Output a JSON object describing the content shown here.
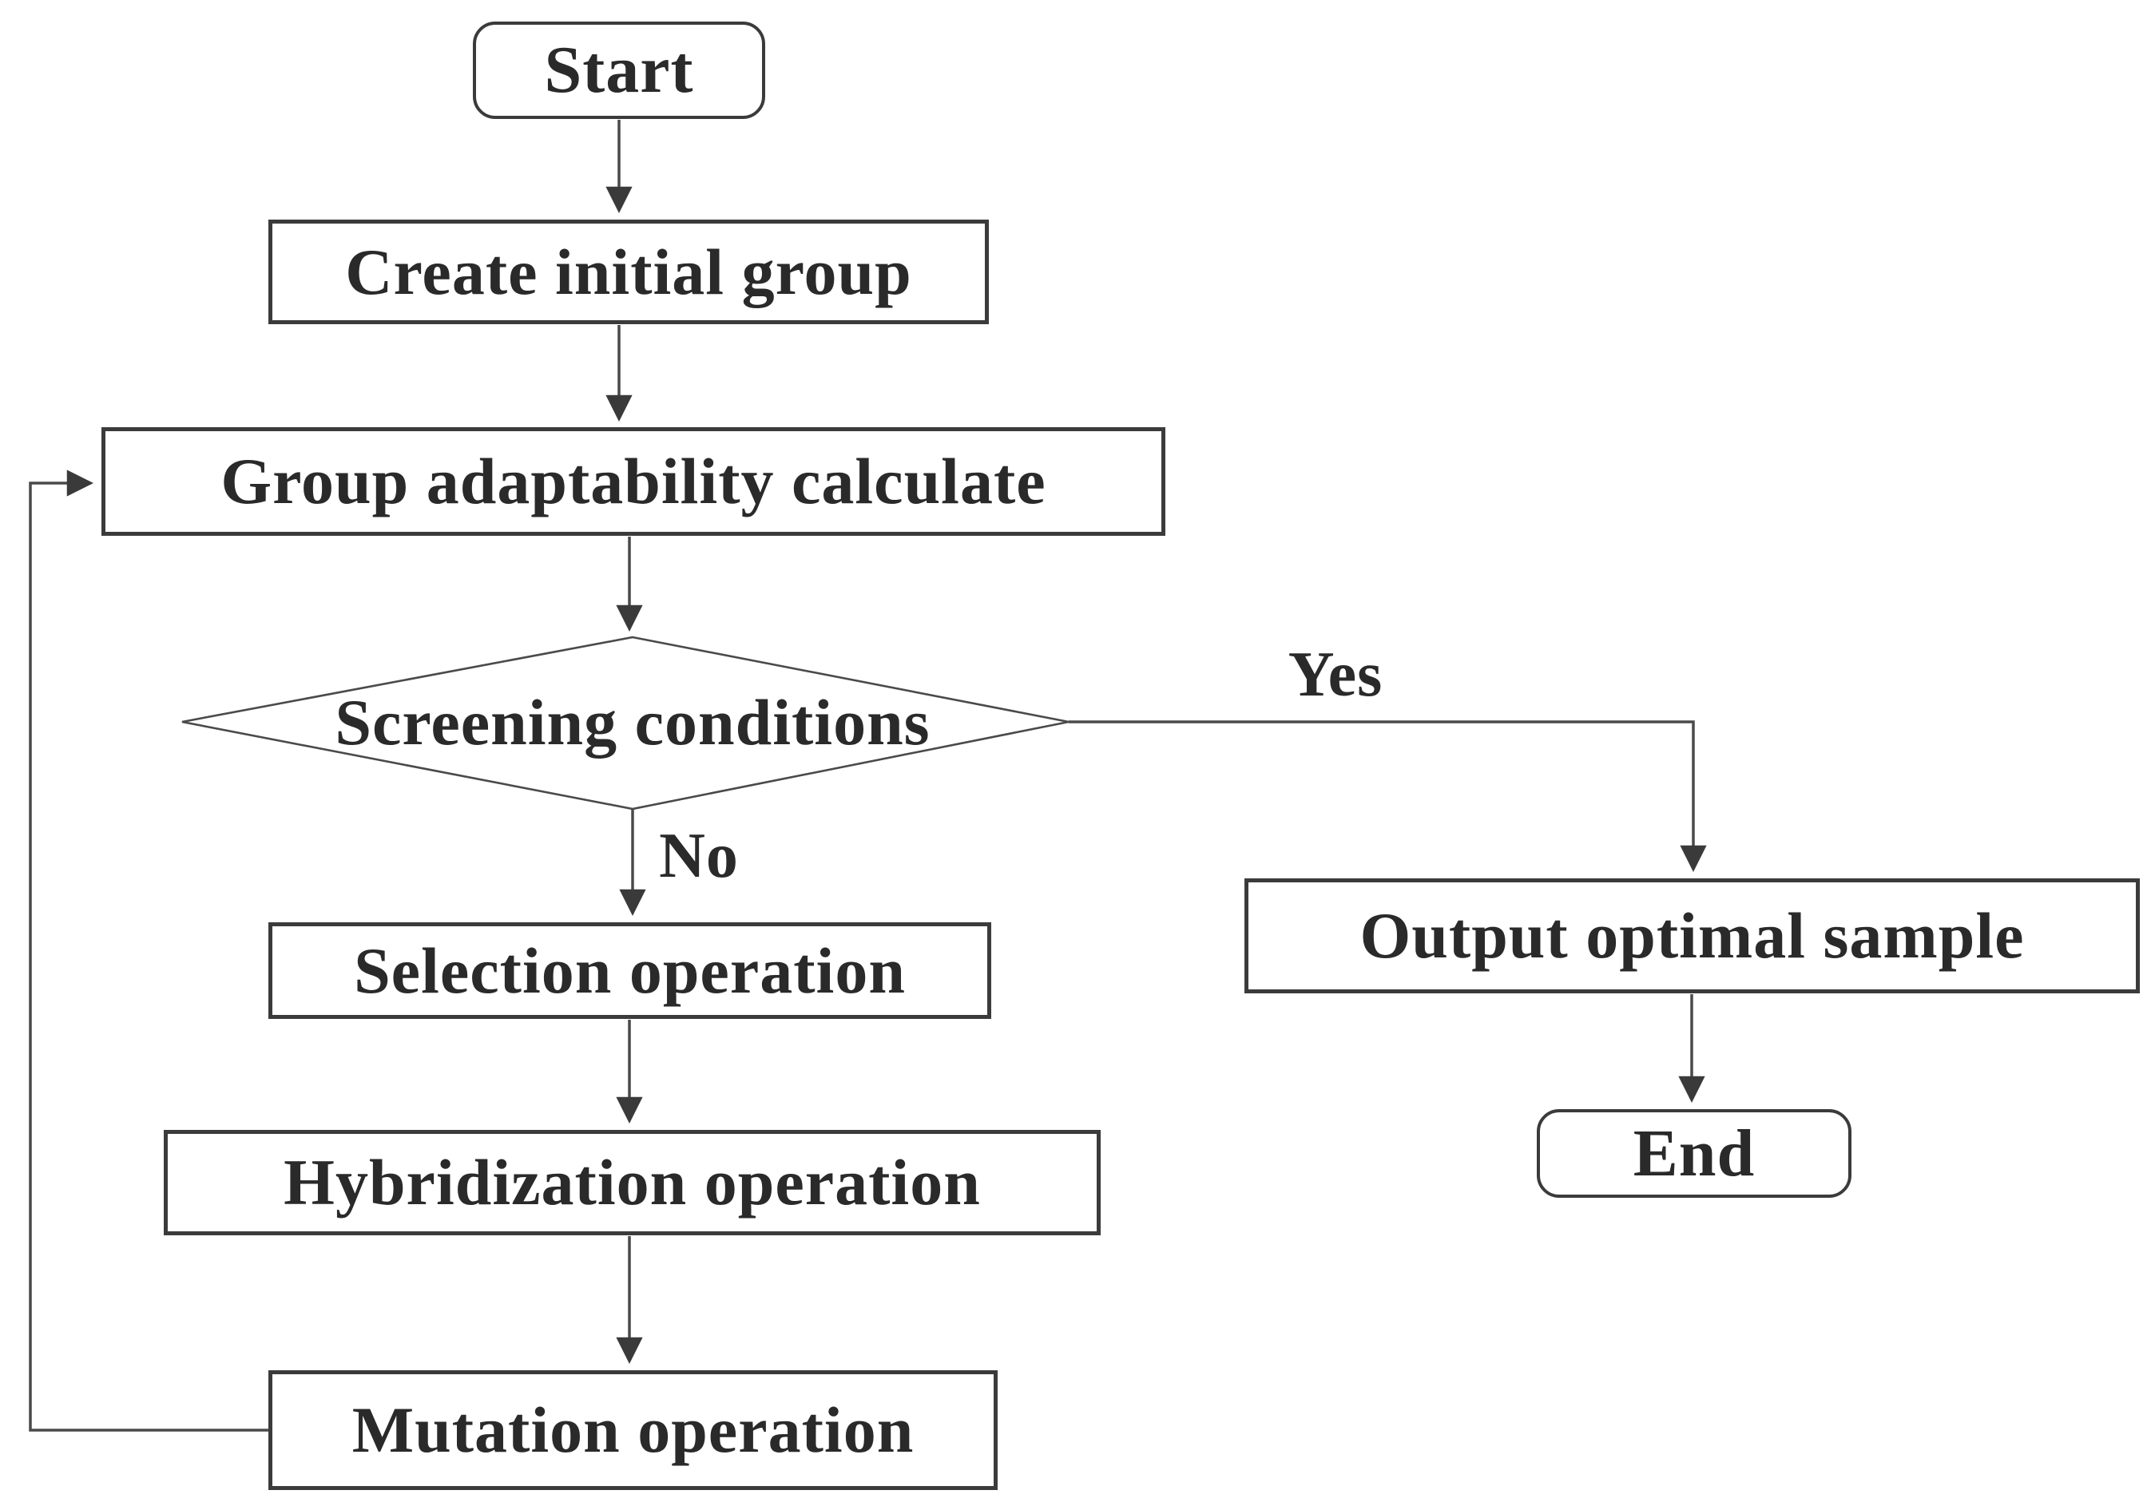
{
  "diagram": {
    "type": "flowchart",
    "nodes": {
      "start": {
        "label": "Start",
        "shape": "terminator"
      },
      "create_initial_group": {
        "label": "Create initial group",
        "shape": "process"
      },
      "group_adaptability": {
        "label": "Group adaptability calculate",
        "shape": "process"
      },
      "screening_conditions": {
        "label": "Screening conditions",
        "shape": "decision"
      },
      "selection_operation": {
        "label": "Selection operation",
        "shape": "process"
      },
      "hybridization_operation": {
        "label": "Hybridization operation",
        "shape": "process"
      },
      "mutation_operation": {
        "label": "Mutation operation",
        "shape": "process"
      },
      "output_optimal_sample": {
        "label": "Output optimal sample",
        "shape": "process"
      },
      "end": {
        "label": "End",
        "shape": "terminator"
      }
    },
    "edges": [
      {
        "from": "start",
        "to": "create_initial_group",
        "label": ""
      },
      {
        "from": "create_initial_group",
        "to": "group_adaptability",
        "label": ""
      },
      {
        "from": "group_adaptability",
        "to": "screening_conditions",
        "label": ""
      },
      {
        "from": "screening_conditions",
        "to": "selection_operation",
        "label": "No"
      },
      {
        "from": "selection_operation",
        "to": "hybridization_operation",
        "label": ""
      },
      {
        "from": "hybridization_operation",
        "to": "mutation_operation",
        "label": ""
      },
      {
        "from": "mutation_operation",
        "to": "group_adaptability",
        "label": ""
      },
      {
        "from": "screening_conditions",
        "to": "output_optimal_sample",
        "label": "Yes"
      },
      {
        "from": "output_optimal_sample",
        "to": "end",
        "label": ""
      }
    ],
    "edge_labels": {
      "yes": "Yes",
      "no": "No"
    },
    "colors": {
      "background": "#ffffff",
      "line": "#4a4a4a",
      "node_border": "#3b3b3b",
      "text": "#2a2a2a"
    }
  }
}
